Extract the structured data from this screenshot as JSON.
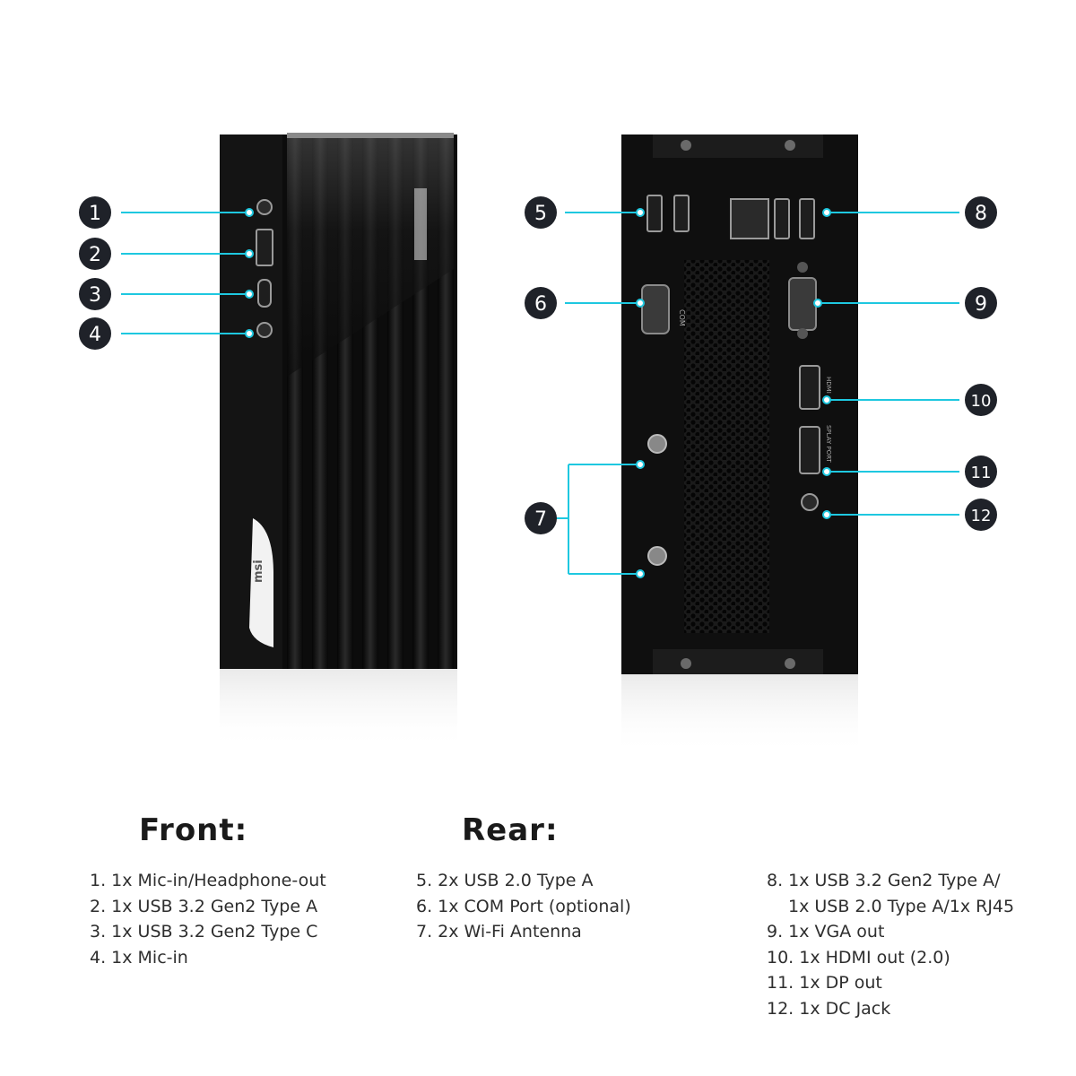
{
  "callouts": {
    "front": [
      "1",
      "2",
      "3",
      "4"
    ],
    "rear": [
      "5",
      "6",
      "7",
      "8",
      "9",
      "10",
      "11",
      "12"
    ]
  },
  "device_labels": {
    "com": "COM",
    "hdmi": "HDMI",
    "display_port": "SPLAY PORT",
    "logo": "msi"
  },
  "front_section": {
    "heading": "Front:",
    "items": [
      "1. 1x Mic-in/Headphone-out",
      "2. 1x USB 3.2 Gen2 Type A",
      "3. 1x USB 3.2 Gen2 Type C",
      "4. 1x Mic-in"
    ]
  },
  "rear_section": {
    "heading": "Rear:",
    "items_left": [
      "5. 2x USB 2.0 Type A",
      "6. 1x COM Port (optional)",
      "7. 2x Wi-Fi Antenna"
    ],
    "items_right": [
      "8. 1x USB 3.2 Gen2 Type A/",
      "1x USB 2.0 Type A/1x RJ45",
      "9. 1x VGA out",
      "10. 1x HDMI out (2.0)",
      "11. 1x DP out",
      "12. 1x DC Jack"
    ]
  },
  "colors": {
    "accent": "#1ec8e0",
    "badge": "#1f2229",
    "chassis": "#0c0c0c"
  }
}
